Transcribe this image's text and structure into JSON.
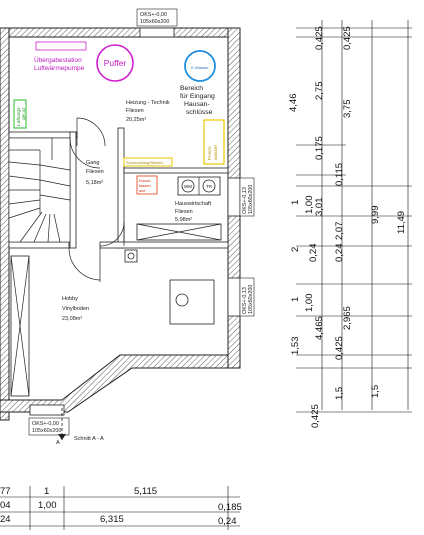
{
  "plan": {
    "window_tags": {
      "top": [
        "OKS+-0,00",
        "105x60x200"
      ],
      "right_upper": [
        "OKS+-0,13",
        "105x60x200"
      ],
      "right_lower": [
        "OKS+-0,13",
        "105x60x200"
      ],
      "bottom": [
        "OKS+-0,00",
        "105x60x200"
      ]
    },
    "heat_pump_label": [
      "Übergabestation",
      "Luftwärmepumpe"
    ],
    "buffer_label": "Puffer",
    "water_label": "E-Wasser",
    "entrance_area": [
      "Bereich",
      "für Eingang",
      "Hausan-",
      "schlüsse"
    ],
    "ventilation_label": [
      "Lüftungs-",
      "ger.at"
    ],
    "yellow_box_label": [
      "Frisch-",
      "wasser"
    ],
    "yellow_strip_label": "Schmutzfang/Stiefelr.",
    "red_box_label": [
      "Dusch-",
      "tassen",
      "ace"
    ],
    "appliance_labels": [
      "WM",
      "TR"
    ],
    "rooms": {
      "heating": {
        "name": "Heizung - Technik",
        "floor": "Fliesen",
        "area": "20,25m²"
      },
      "hall": {
        "name": "Gang",
        "floor": "Fliesen",
        "area": "5,18m²"
      },
      "utility": {
        "name": "Hauswirtschaft",
        "floor": "Fliesen",
        "area": "5,98m²"
      },
      "hobby": {
        "name": "Hobby",
        "floor": "Vinylboden",
        "area": "23,08m²"
      }
    },
    "section_label": "Schnitt A - A",
    "section_mark": "A"
  },
  "dimensions": {
    "right_col1": [
      "4,46",
      "1",
      "1,00",
      "2",
      "0,24",
      "1",
      "1,00",
      "1,53",
      "0,425"
    ],
    "right_col2": [
      "0,425",
      "2,75",
      "0,175",
      "0,115",
      "3,01",
      "2,07",
      "0,24",
      "4,465",
      "0,425",
      "1,5"
    ],
    "right_col3": [
      "0,425",
      "3,75",
      "9,99",
      "2,965",
      "1,5"
    ],
    "right_col4": [
      "11,49"
    ],
    "bottom_row1": [
      "77",
      "1",
      "1,00",
      "5,115"
    ],
    "bottom_row2": [
      "04",
      "0,185"
    ],
    "bottom_row3": [
      "24",
      "6,315",
      "0,24"
    ]
  }
}
